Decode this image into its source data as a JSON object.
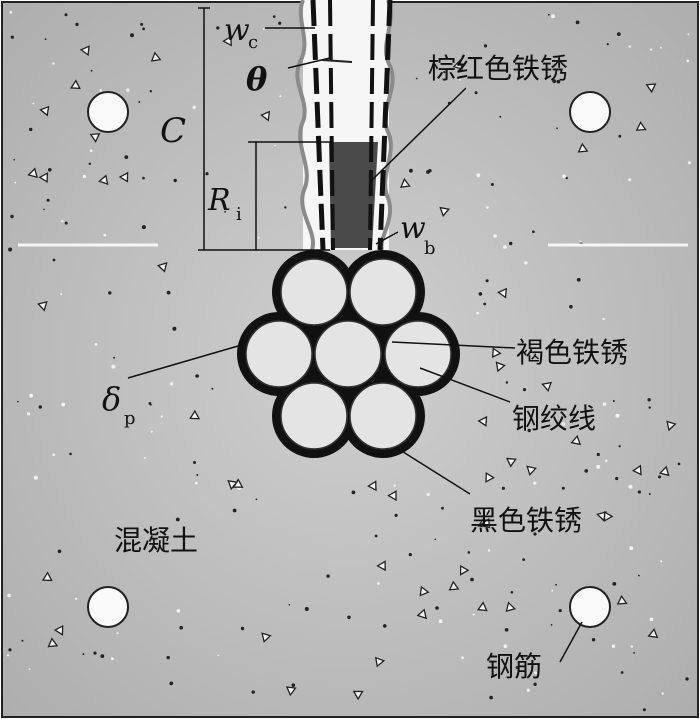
{
  "labels": {
    "w_c": "w",
    "w_c_sub": "c",
    "theta": "θ",
    "C": "C",
    "R_i": "R",
    "R_i_sub": "i",
    "w_b": "w",
    "w_b_sub": "b",
    "delta_p": "δ",
    "delta_p_sub": "p",
    "rust_red_brown": "棕红色铁锈",
    "rust_brown": "褐色铁锈",
    "strand": "钢绞线",
    "rust_black": "黑色铁锈",
    "concrete": "混凝土",
    "rebar": "钢筋"
  },
  "colors": {
    "concrete": "#b9b9b9",
    "crack_red_brown": "#f4f4f4",
    "rust_black": "#111111",
    "rust_brown": "#3c3c3c",
    "wire": "#e2e2e2"
  }
}
